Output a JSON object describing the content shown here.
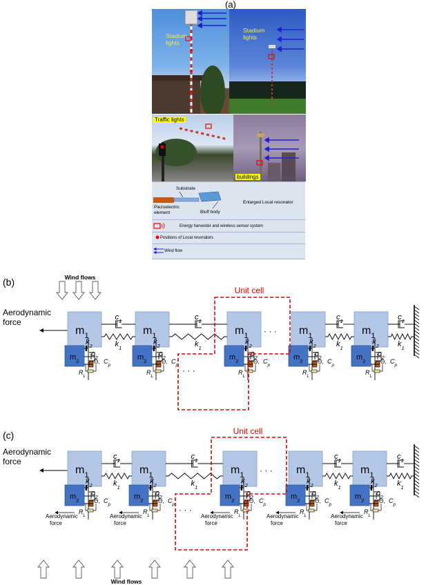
{
  "panel_a": {
    "label": "(a)",
    "photo1_label": "Stadium lights",
    "photo2_label": "Stadium lights",
    "photo3_label": "Traffic lights",
    "photo4_label": "buildings",
    "enlarged": {
      "substrate": "Substrate",
      "piezo": "Piezoelectric element",
      "bluff": "Bluff body",
      "caption": "Enlarged Local resonator"
    },
    "legend": {
      "harvester": "Energy harvester and wireless sensor system",
      "positions": "Positions of Local resonators",
      "wind": "Wind flow"
    }
  },
  "panel_b": {
    "label": "(b)",
    "wind_flows": "Wind flows",
    "aero_force": [
      "Aerodynamic",
      "force"
    ],
    "unit_cell": "Unit cell",
    "mass1": "m",
    "mass1_sub": "1",
    "mass2": "m",
    "mass2_sub": "2",
    "dots": "· · ·"
  },
  "panel_c": {
    "label": "(c)",
    "wind_flows": "Wind flows",
    "aero_force": [
      "Aerodynamic",
      "force"
    ],
    "unit_cell": "Unit cell",
    "small_aero": [
      "Aerodynamic",
      "force"
    ]
  },
  "symbols": {
    "c": "c",
    "k": "k",
    "sub1": "1",
    "sub2": "2",
    "RL": "R",
    "RL_sub": "L",
    "Cp": "C",
    "Cp_sub": "p",
    "theta": "Θ,"
  },
  "colors": {
    "mass1_fill": "#b4c7e7",
    "mass2_fill": "#4472c4",
    "unit_cell": "#e00000",
    "wind_arrow": "#1f1fd0"
  }
}
